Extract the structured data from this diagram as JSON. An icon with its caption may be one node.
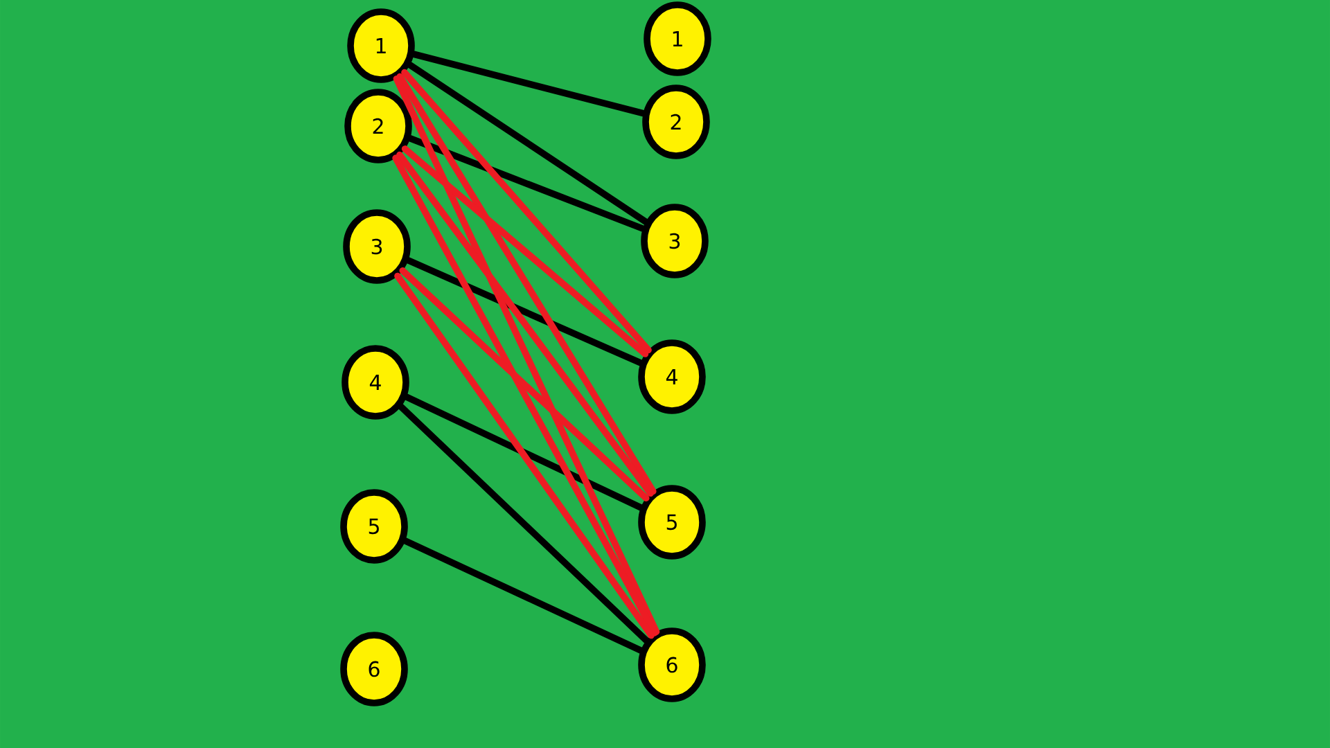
{
  "diagram": {
    "nodes": [
      {
        "text": [
          "1"
        ]
      },
      {
        "text": [
          "2"
        ]
      },
      {
        "text": [
          "3"
        ]
      },
      {
        "text": [
          "4"
        ]
      },
      {
        "text": [
          "5"
        ]
      },
      {
        "text": [
          "6"
        ]
      },
      {
        "text": [
          "1"
        ]
      },
      {
        "text": [
          "2"
        ]
      },
      {
        "text": [
          "3"
        ]
      },
      {
        "text": [
          "4"
        ]
      },
      {
        "text": [
          "5"
        ]
      },
      {
        "text": [
          "6"
        ]
      }
    ],
    "edges": [
      {
        "from": 0,
        "to": 7,
        "arrow": "none",
        "color": "#000000"
      },
      {
        "from": 0,
        "to": 8,
        "arrow": "none",
        "color": "#000000"
      },
      {
        "from": 1,
        "to": 8,
        "arrow": "none",
        "color": "#000000"
      },
      {
        "from": 2,
        "to": 9,
        "arrow": "none",
        "color": "#000000"
      },
      {
        "from": 3,
        "to": 10,
        "arrow": "none",
        "color": "#000000"
      },
      {
        "from": 3,
        "to": 11,
        "arrow": "none",
        "color": "#000000"
      },
      {
        "from": 4,
        "to": 11,
        "arrow": "none",
        "color": "#000000"
      },
      {
        "from": 0,
        "to": 9,
        "arrow": "none"
      },
      {
        "from": 0,
        "to": 10,
        "arrow": "none"
      },
      {
        "from": 0,
        "to": 11,
        "arrow": "none"
      },
      {
        "from": 1,
        "to": 9,
        "arrow": "none"
      },
      {
        "from": 1,
        "to": 10,
        "arrow": "none"
      },
      {
        "from": 1,
        "to": 11,
        "arrow": "none"
      },
      {
        "from": 2,
        "to": 10,
        "arrow": "none"
      },
      {
        "from": 2,
        "to": 11,
        "arrow": "none"
      }
    ]
  }
}
